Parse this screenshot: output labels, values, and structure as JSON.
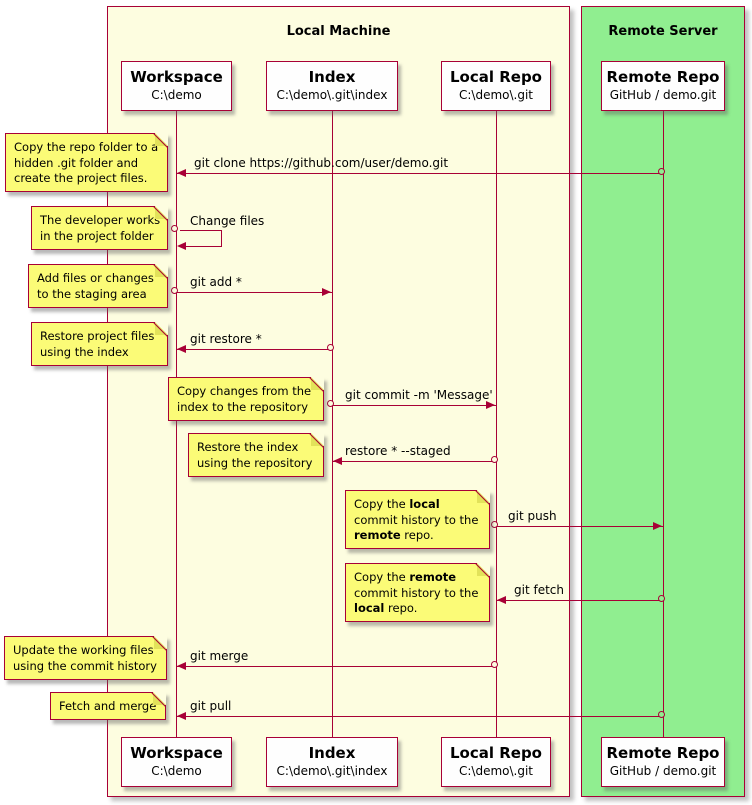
{
  "colors": {
    "accent": "#A80036",
    "note-fill": "#FBFB77",
    "note-fold": "#E2E25A",
    "local-fill": "#FDFDE0",
    "remote-fill": "#90EE90",
    "participant-fill": "#FEFEFE",
    "ink": "#000000"
  },
  "frames": {
    "local": {
      "title": "Local Machine"
    },
    "remote": {
      "title": "Remote Server"
    }
  },
  "participants": [
    {
      "id": "workspace",
      "name": "Workspace",
      "path": "C:\\demo"
    },
    {
      "id": "index",
      "name": "Index",
      "path": "C:\\demo\\.git\\index"
    },
    {
      "id": "local-repo",
      "name": "Local Repo",
      "path": "C:\\demo\\.git"
    },
    {
      "id": "remote-repo",
      "name": "Remote Repo",
      "path": "GitHub / demo.git"
    }
  ],
  "messages": [
    {
      "label": "git clone https://github.com/user/demo.git",
      "from": "remote-repo",
      "to": "workspace"
    },
    {
      "label": "Change files",
      "from": "workspace",
      "to": "workspace"
    },
    {
      "label": "git add *",
      "from": "workspace",
      "to": "index"
    },
    {
      "label": "git restore *",
      "from": "index",
      "to": "workspace"
    },
    {
      "label": "git commit -m 'Message'",
      "from": "index",
      "to": "local-repo"
    },
    {
      "label": "restore * --staged",
      "from": "local-repo",
      "to": "index"
    },
    {
      "label": "git push",
      "from": "local-repo",
      "to": "remote-repo"
    },
    {
      "label": "git fetch",
      "from": "remote-repo",
      "to": "local-repo"
    },
    {
      "label": "git merge",
      "from": "local-repo",
      "to": "workspace"
    },
    {
      "label": "git pull",
      "from": "remote-repo",
      "to": "workspace"
    }
  ],
  "notes": [
    {
      "lines": [
        "Copy the repo folder to a",
        "hidden .git folder and",
        "create the project files."
      ]
    },
    {
      "lines": [
        "The developer works",
        "in the project folder"
      ]
    },
    {
      "lines": [
        "Add files or changes",
        "to the staging area"
      ]
    },
    {
      "lines": [
        "Restore project files",
        "using the index"
      ]
    },
    {
      "lines": [
        "Copy changes from the",
        "index to the repository"
      ]
    },
    {
      "lines": [
        "Restore the index",
        "using the repository"
      ]
    },
    {
      "l1a": "Copy the ",
      "l1b": "local",
      "l2": "commit history to the",
      "l3a": "remote",
      "l3b": " repo."
    },
    {
      "l1a": "Copy the ",
      "l1b": "remote",
      "l2": "commit history to the",
      "l3a": "local",
      "l3b": " repo."
    },
    {
      "lines": [
        "Update the working files",
        "using the commit history"
      ]
    },
    {
      "lines": [
        "Fetch and merge"
      ]
    }
  ]
}
